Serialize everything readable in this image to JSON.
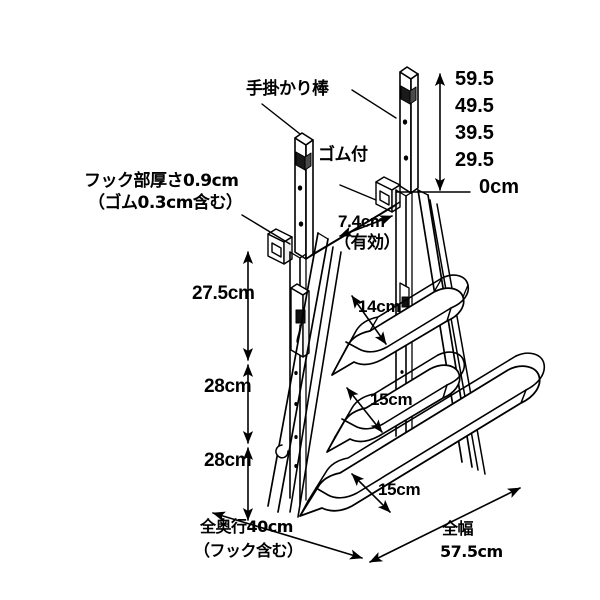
{
  "diagram": {
    "title": "吊り下げラック寸法図",
    "background_color": "#ffffff",
    "line_color": "#000000"
  },
  "annotations": {
    "handrail_label": "手掛かり棒",
    "rubber_label": "ゴム付",
    "hook_thickness_line1": "フック部厚さ0.9cm",
    "hook_thickness_line2": "（ゴム0.3cm含む）",
    "effective_depth_value": "7.4cm",
    "effective_depth_note": "（有効）",
    "total_depth_line1": "全奥行40cm",
    "total_depth_line2": "（フック含む）",
    "total_width_line1": "全幅",
    "total_width_line2": "57.5cm"
  },
  "vertical_dimensions": [
    {
      "name": "top-gap",
      "value": "27.5cm"
    },
    {
      "name": "middle-gap",
      "value": "28cm"
    },
    {
      "name": "bottom-gap",
      "value": "28cm"
    }
  ],
  "shelf_depths": [
    {
      "name": "top-shelf",
      "value": "14cm"
    },
    {
      "name": "middle-shelf",
      "value": "15cm"
    },
    {
      "name": "bottom-shelf",
      "value": "15cm"
    }
  ],
  "height_scale": {
    "unit_note": "0cm",
    "marks": [
      "59.5",
      "49.5",
      "39.5",
      "29.5",
      "0cm"
    ]
  }
}
